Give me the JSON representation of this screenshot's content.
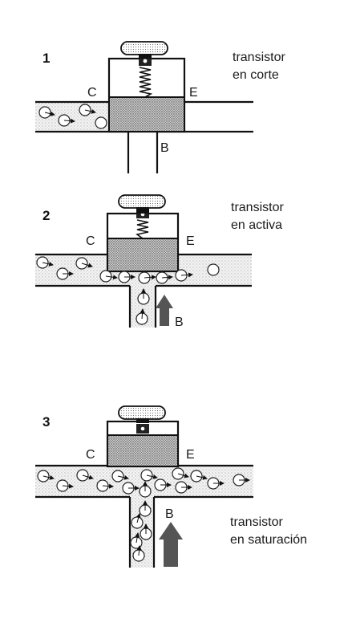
{
  "panels": [
    {
      "number": "1",
      "state_label": [
        "transistor",
        "en corte"
      ],
      "collector_label": "C",
      "emitter_label": "E",
      "base_label": "B"
    },
    {
      "number": "2",
      "state_label": [
        "transistor",
        "en activa"
      ],
      "collector_label": "C",
      "emitter_label": "E",
      "base_label": "B"
    },
    {
      "number": "3",
      "state_label": [
        "transistor",
        "en saturación"
      ],
      "collector_label": "C",
      "emitter_label": "E",
      "base_label": "B"
    }
  ],
  "colors": {
    "ink": "#111111",
    "flow_stipple": "#b9b9b9",
    "gate_stipple": "#6f6f6f",
    "base_arrow": "#555555"
  }
}
